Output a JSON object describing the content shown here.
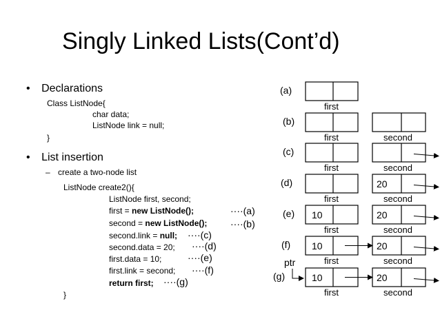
{
  "title": "Singly Linked Lists(Cont’d)",
  "bullets": [
    {
      "marker": "•",
      "text": "Declarations"
    },
    {
      "marker": "•",
      "text": "List insertion"
    }
  ],
  "declaration_code": [
    "Class ListNode{",
    "char data;",
    "ListNode link = null;",
    "}"
  ],
  "sub_bullet": {
    "marker": "–",
    "text": "create a two-node list"
  },
  "create_code": {
    "header": "ListNode create2(){",
    "lines": [
      {
        "prefix": "ListNode first, second;",
        "bold": "",
        "annotation": ""
      },
      {
        "prefix": "first = ",
        "bold": "new ListNode();",
        "annotation": "····(a)"
      },
      {
        "prefix": "second = ",
        "bold": "new ListNode();",
        "annotation": "····(b)"
      },
      {
        "prefix": "second.link = ",
        "bold": "null;",
        "annotation": "····(c)"
      },
      {
        "prefix": "second.data = 20;",
        "bold": "",
        "annotation": "····(d)"
      },
      {
        "prefix": "first.data = 10;",
        "bold": "",
        "annotation": "····(e)"
      },
      {
        "prefix": "first.link = second;",
        "bold": "",
        "annotation": "····(f)"
      },
      {
        "prefix": "",
        "bold": "return first;",
        "annotation": "····(g)"
      }
    ],
    "closing": "}"
  },
  "diagram": {
    "step_labels": [
      "(a)",
      "(b)",
      "(c)",
      "(d)",
      "(e)",
      "(f)",
      "(g)"
    ],
    "node_first": "first",
    "node_second": "second",
    "ptr_label": "ptr",
    "first_data_value": "10",
    "second_data_value": "20"
  }
}
